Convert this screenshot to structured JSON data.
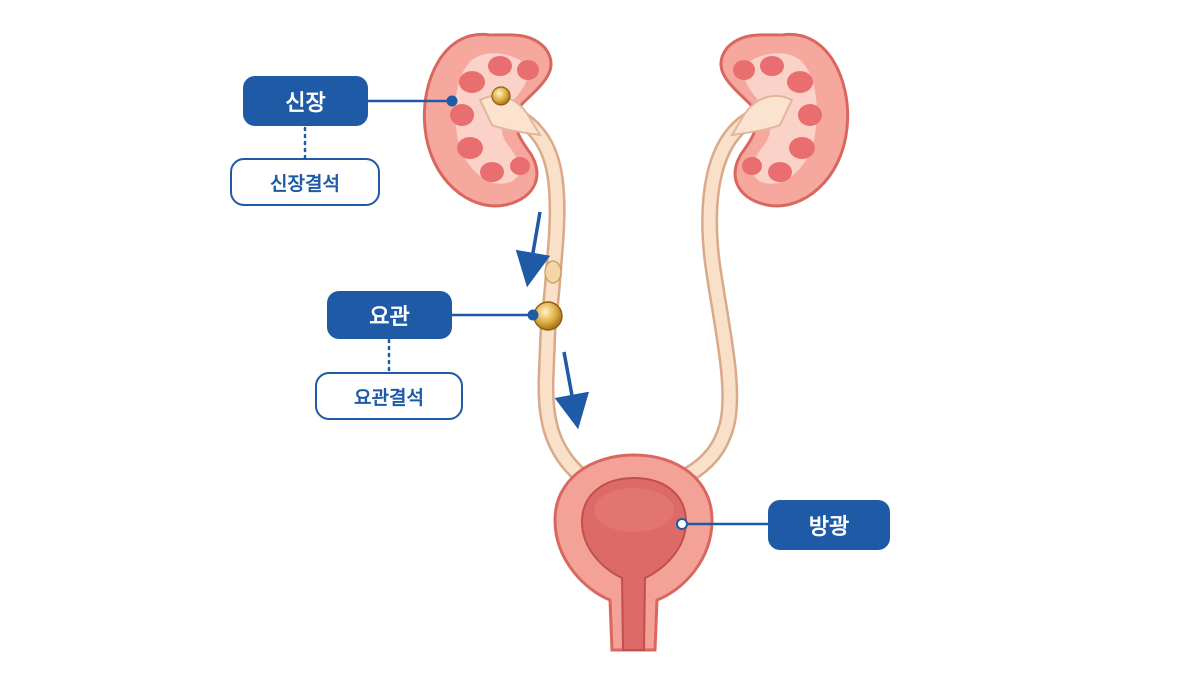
{
  "labels": {
    "kidney": "신장",
    "kidney_stone": "신장결석",
    "ureter": "요관",
    "ureter_stone": "요관결석",
    "bladder": "방광"
  },
  "colors": {
    "label_blue": "#1f5aa6",
    "kidney_fill": "#f6a89f",
    "kidney_outline": "#d9675f",
    "calyx": "#e86e70",
    "pelvis": "#fbe3cf",
    "ureter": "#f9e0c8",
    "ureter_outline": "#d9a98a",
    "stone": "#d4a23a",
    "bladder_outer": "#f4a297",
    "bladder_inner": "#dd6a66"
  },
  "icons": [
    "flow-arrow-icon",
    "stone-icon"
  ]
}
